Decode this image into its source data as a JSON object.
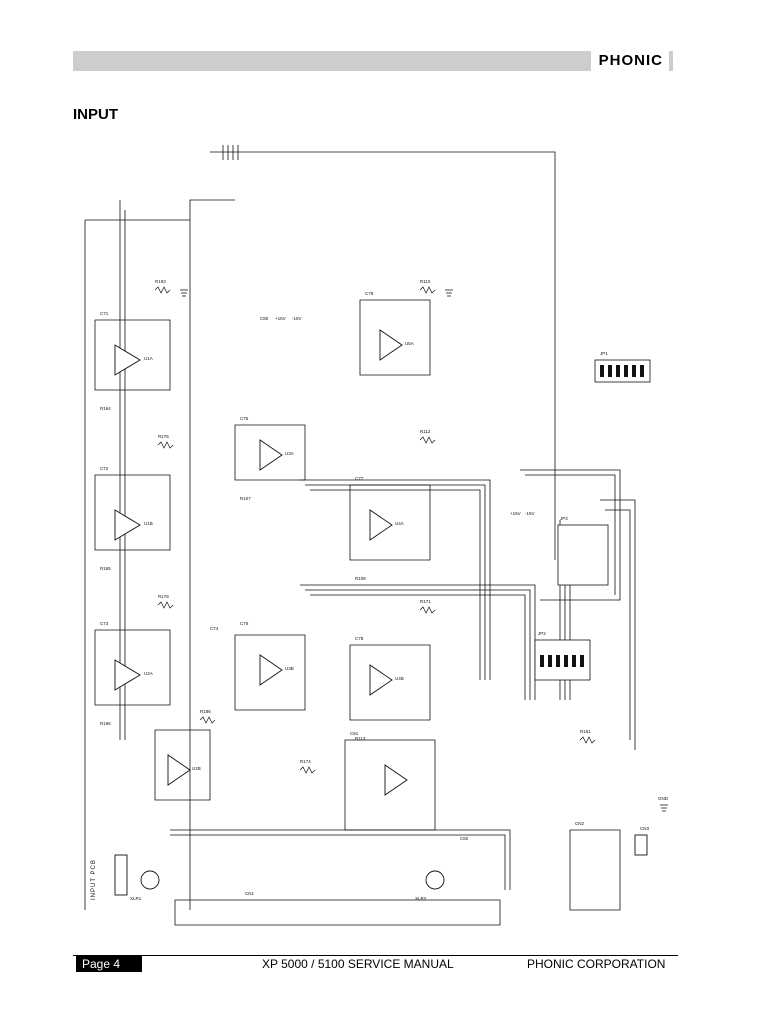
{
  "header": {
    "brand": "PHONIC"
  },
  "section": {
    "title": "INPUT"
  },
  "schematic": {
    "board_label": "INPUT PCB",
    "opamps": [
      "U1A",
      "U1B",
      "U2A",
      "U2B",
      "U3A",
      "U3B",
      "U4A",
      "U4B",
      "U5A"
    ],
    "resistors": [
      "R193",
      "R176",
      "R178",
      "R186",
      "R110",
      "R112",
      "R171",
      "R174",
      "R161",
      "R164",
      "R165",
      "R196",
      "R107",
      "R108",
      "R113"
    ],
    "capacitors": [
      "C71",
      "C72",
      "C73",
      "C74",
      "C75",
      "C76",
      "C77",
      "C78",
      "C79",
      "C80",
      "C81",
      "C82"
    ],
    "connectors": [
      "JP1",
      "JP2",
      "JP3",
      "CN1",
      "CN2",
      "CN3"
    ],
    "jacks": [
      "XLR1",
      "XLR2"
    ],
    "rails": [
      "+15V",
      "-15V"
    ],
    "ground_label": "GND"
  },
  "footer": {
    "page": "Page 4",
    "manual": "XP 5000 / 5100 SERVICE MANUAL",
    "company": "PHONIC CORPORATION"
  }
}
